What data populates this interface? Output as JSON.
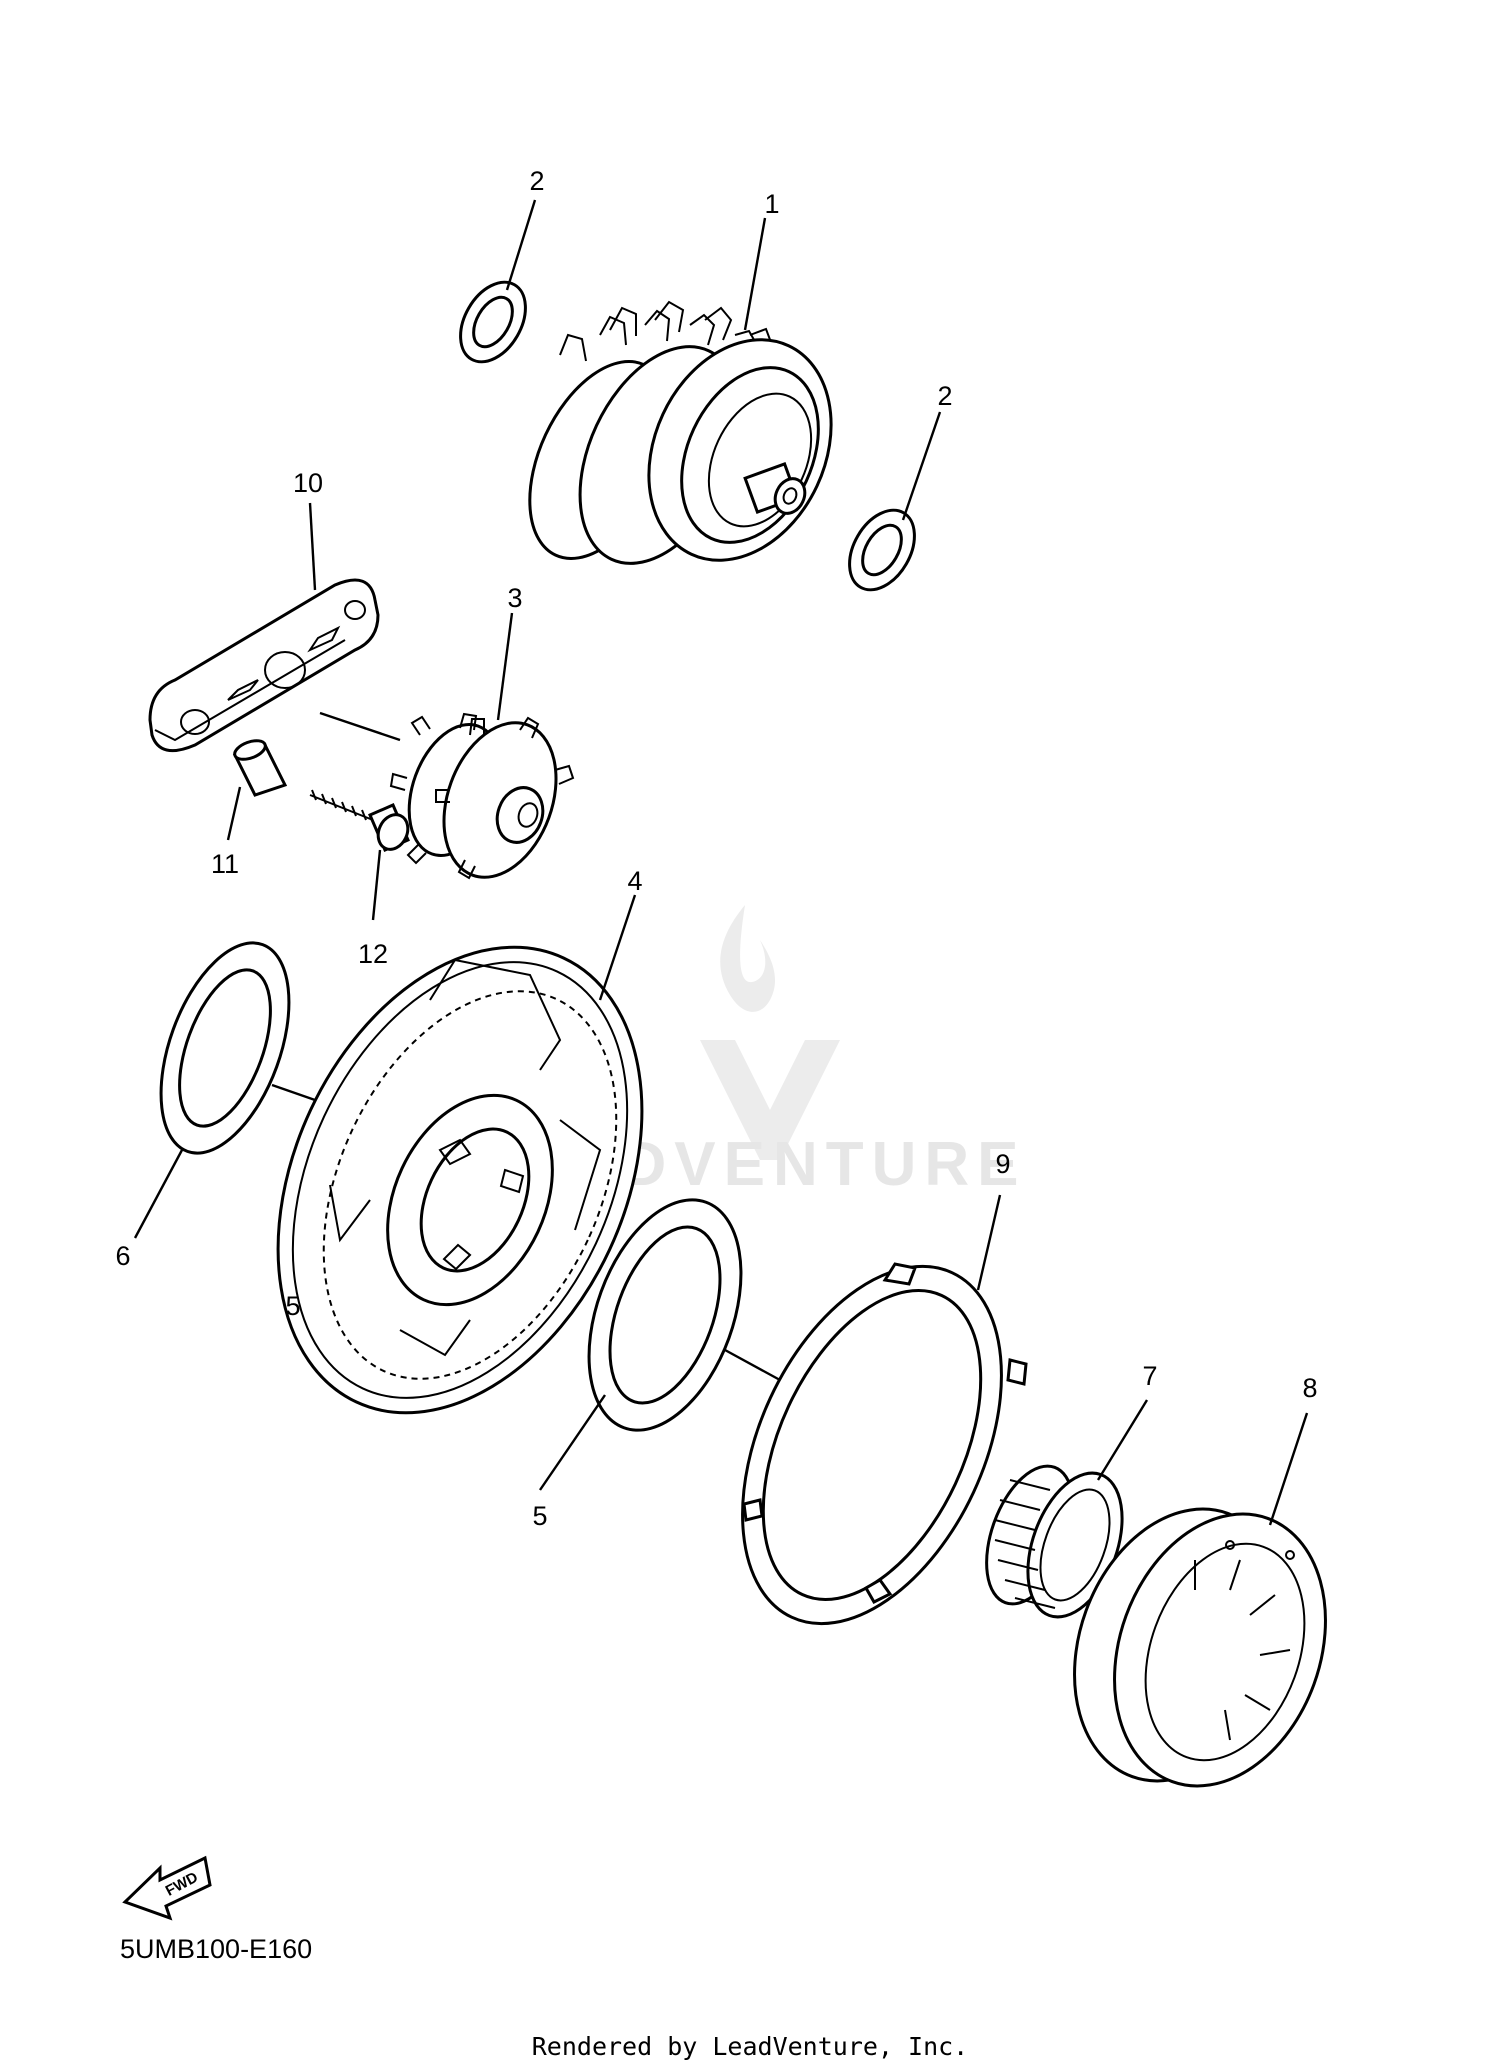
{
  "diagram": {
    "callouts": [
      "1",
      "2",
      "2",
      "3",
      "4",
      "5",
      "5",
      "6",
      "7",
      "8",
      "9",
      "10",
      "11",
      "12"
    ],
    "fwd_label": "FWD",
    "diagram_code": "5UMB100-E160",
    "watermark": "LEADVENTURE",
    "footer": "Rendered by LeadVenture, Inc."
  }
}
